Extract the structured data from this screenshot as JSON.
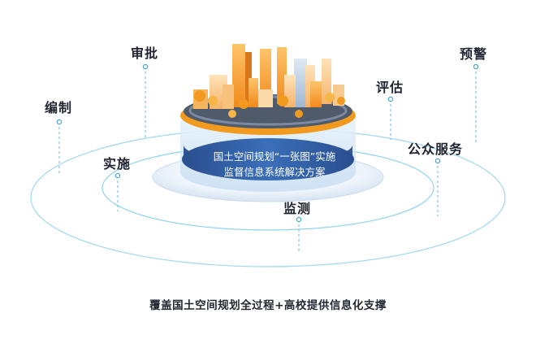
{
  "labels": {
    "bianzhi": "编制",
    "shenpi": "审批",
    "shishi": "实施",
    "jiance": "监测",
    "pinggu": "评估",
    "yujing": "预警",
    "gongzhong": "公众服务"
  },
  "center": {
    "line1": "国土空间规划“一张图”实施",
    "line2": "监督信息系统解决方案"
  },
  "caption": "覆盖国土空间规划全过程+高校提供信息化支撑",
  "colors": {
    "ring": "#8fd3ee",
    "connector": "#64b9dd",
    "dot": "#4aa8d8",
    "platform_blue": "#2f5fa6",
    "platform_orange": "#f29a1f"
  }
}
